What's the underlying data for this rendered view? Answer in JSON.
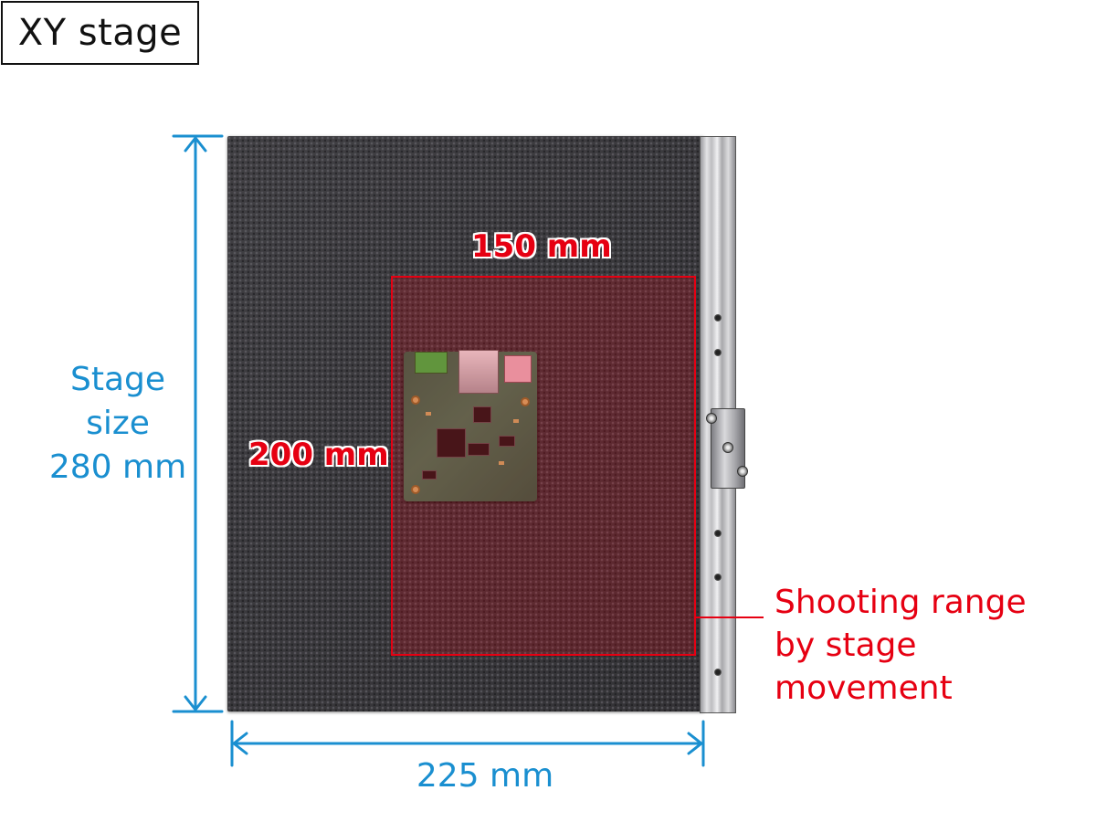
{
  "title": "XY stage",
  "stage_size": {
    "line1": "Stage",
    "line2": "size",
    "line3": "280 mm"
  },
  "width_label": "225 mm",
  "shooting_range": {
    "width_label": "150 mm",
    "height_label": "200 mm",
    "callout_line1": "Shooting range",
    "callout_line2": "by stage",
    "callout_line3": "movement"
  },
  "colors": {
    "dimension_blue": "#1a8fd0",
    "range_red": "#e60012"
  }
}
